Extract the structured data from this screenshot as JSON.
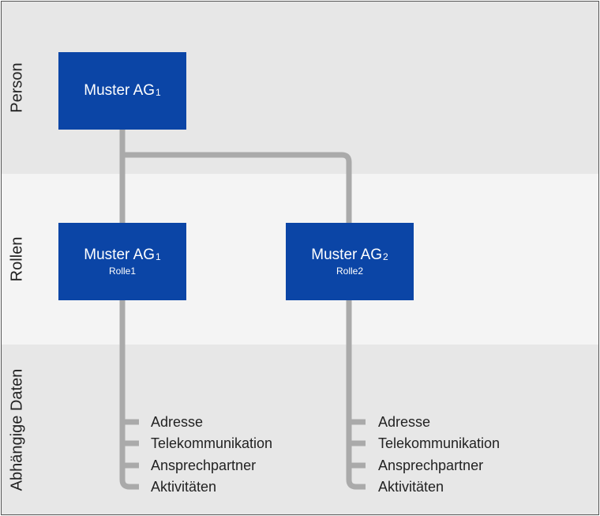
{
  "colors": {
    "box": "#0b45a6",
    "connector": "#aaaaaa",
    "band_dark": "#e7e7e7",
    "band_light": "#f4f4f4"
  },
  "bands": {
    "person": "Person",
    "rollen": "Rollen",
    "daten": "Abhängige Daten"
  },
  "person": {
    "title": "Muster AG",
    "index": "1"
  },
  "roles": [
    {
      "title": "Muster AG",
      "index": "1",
      "label": "Rolle1"
    },
    {
      "title": "Muster AG",
      "index": "2",
      "label": "Rolle2"
    }
  ],
  "dependent_items": [
    [
      "Adresse",
      "Telekommunikation",
      "Ansprechpartner",
      "Aktivitäten"
    ],
    [
      "Adresse",
      "Telekommunikation",
      "Ansprechpartner",
      "Aktivitäten"
    ]
  ]
}
